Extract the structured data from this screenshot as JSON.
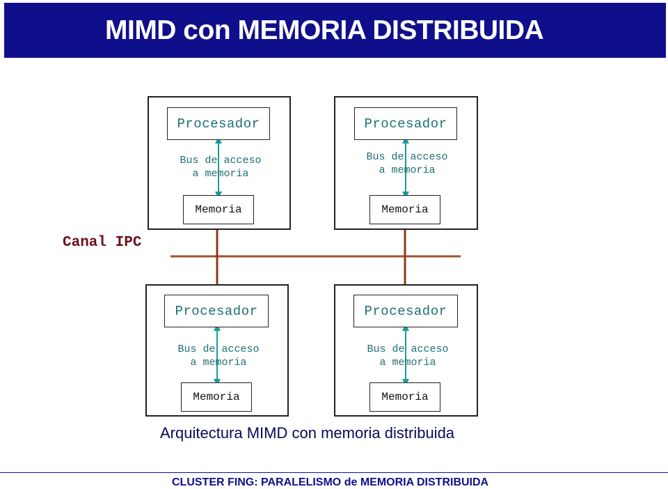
{
  "header": {
    "title": "MIMD con MEMORIA DISTRIBUIDA"
  },
  "diagram": {
    "ipc_label": "Canal IPC",
    "nodes": [
      {
        "processor": "Procesador",
        "bus_line1": "Bus de acceso",
        "bus_line2": "a memoria",
        "memory": "Memoria"
      },
      {
        "processor": "Procesador",
        "bus_line1": "Bus de acceso",
        "bus_line2": "a memoria",
        "memory": "Memoria"
      },
      {
        "processor": "Procesador",
        "bus_line1": "Bus de acceso",
        "bus_line2": "a memoria",
        "memory": "Memoria"
      },
      {
        "processor": "Procesador",
        "bus_line1": "Bus de acceso",
        "bus_line2": "a memoria",
        "memory": "Memoria"
      }
    ],
    "caption": "Arquitectura MIMD con memoria distribuida",
    "colors": {
      "header_bg": "#0f0f8c",
      "bus_arrow": "#1a9c9a",
      "ipc_channel": "#a0522d",
      "ipc_label": "#6b0f1a"
    }
  },
  "footer": {
    "text": "CLUSTER FING: PARALELISMO de MEMORIA DISTRIBUIDA"
  }
}
